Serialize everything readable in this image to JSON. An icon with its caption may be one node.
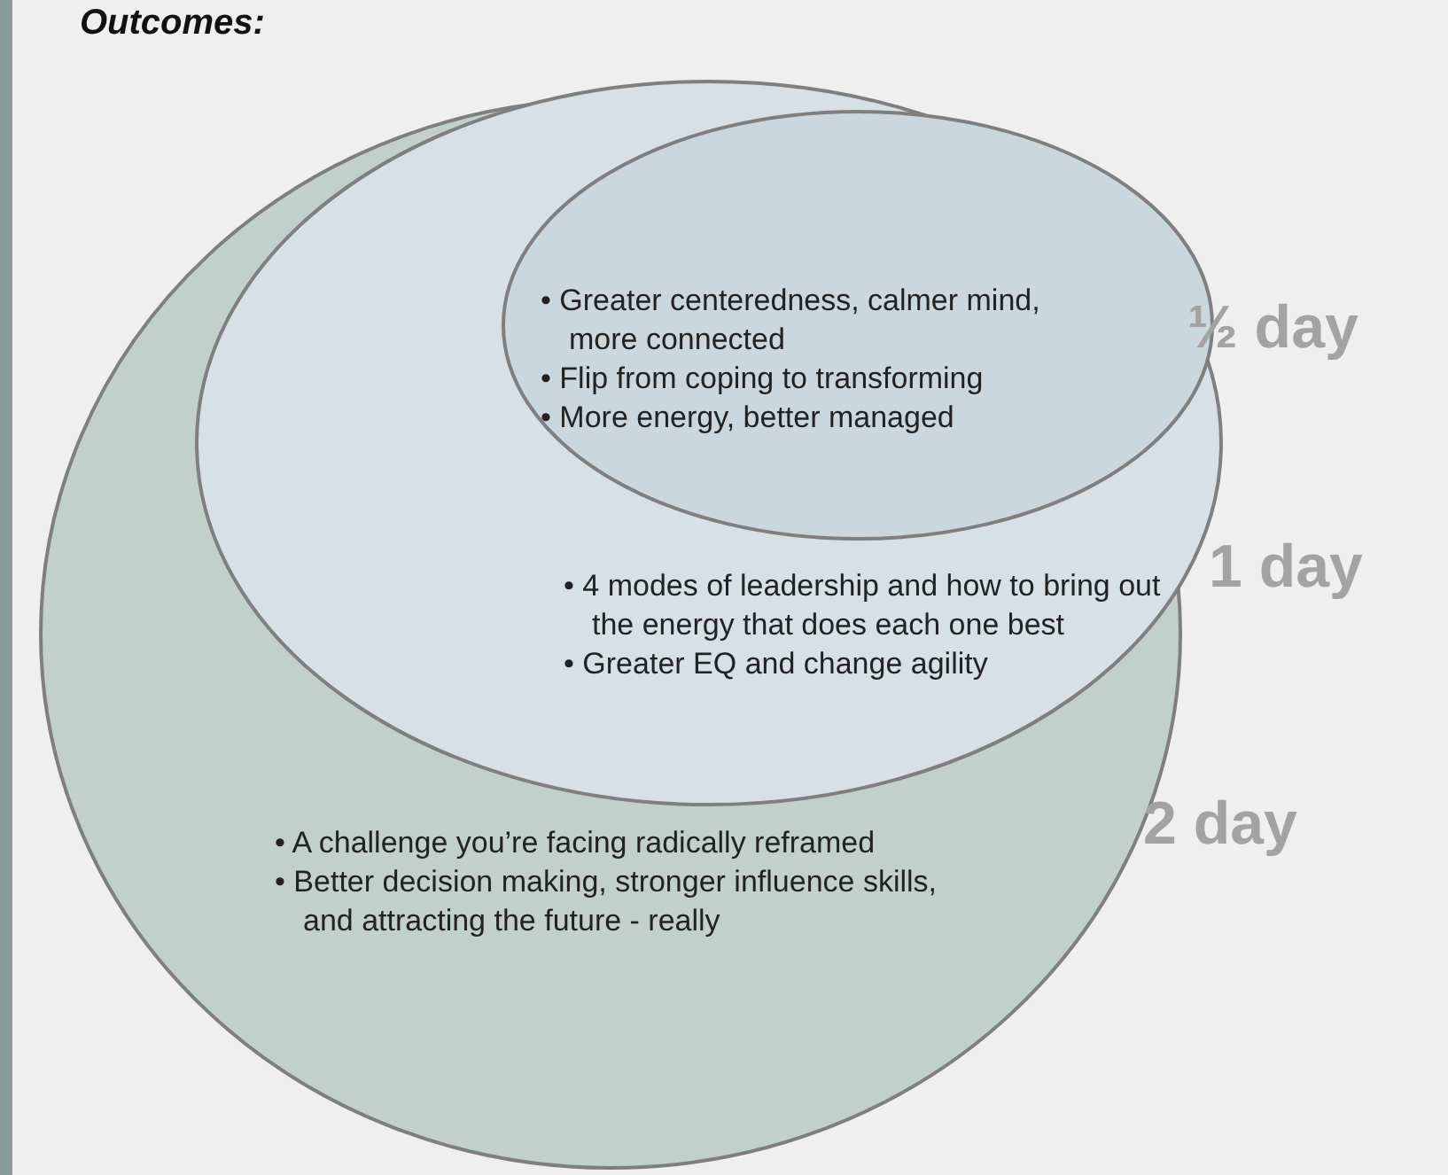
{
  "diagram": {
    "title": "Outcomes:",
    "nodes": [
      {
        "text": [
          "• A challenge you’re facing radically reframed",
          "• Better decision making, stronger influence skills, and attracting the future - really"
        ],
        "beside": [
          "2 day"
        ]
      },
      {
        "text": [
          "• 4 modes of leadership and how to bring out the energy that does each one best",
          "• Greater EQ and change agility"
        ],
        "beside": [
          "1 day"
        ],
        "in": 0
      },
      {
        "text": [
          "• Greater centeredness, calmer mind, more connected",
          "• Flip from coping to transforming",
          "• More energy, better managed"
        ],
        "beside": [
          "½ day"
        ],
        "in": 1
      }
    ]
  }
}
